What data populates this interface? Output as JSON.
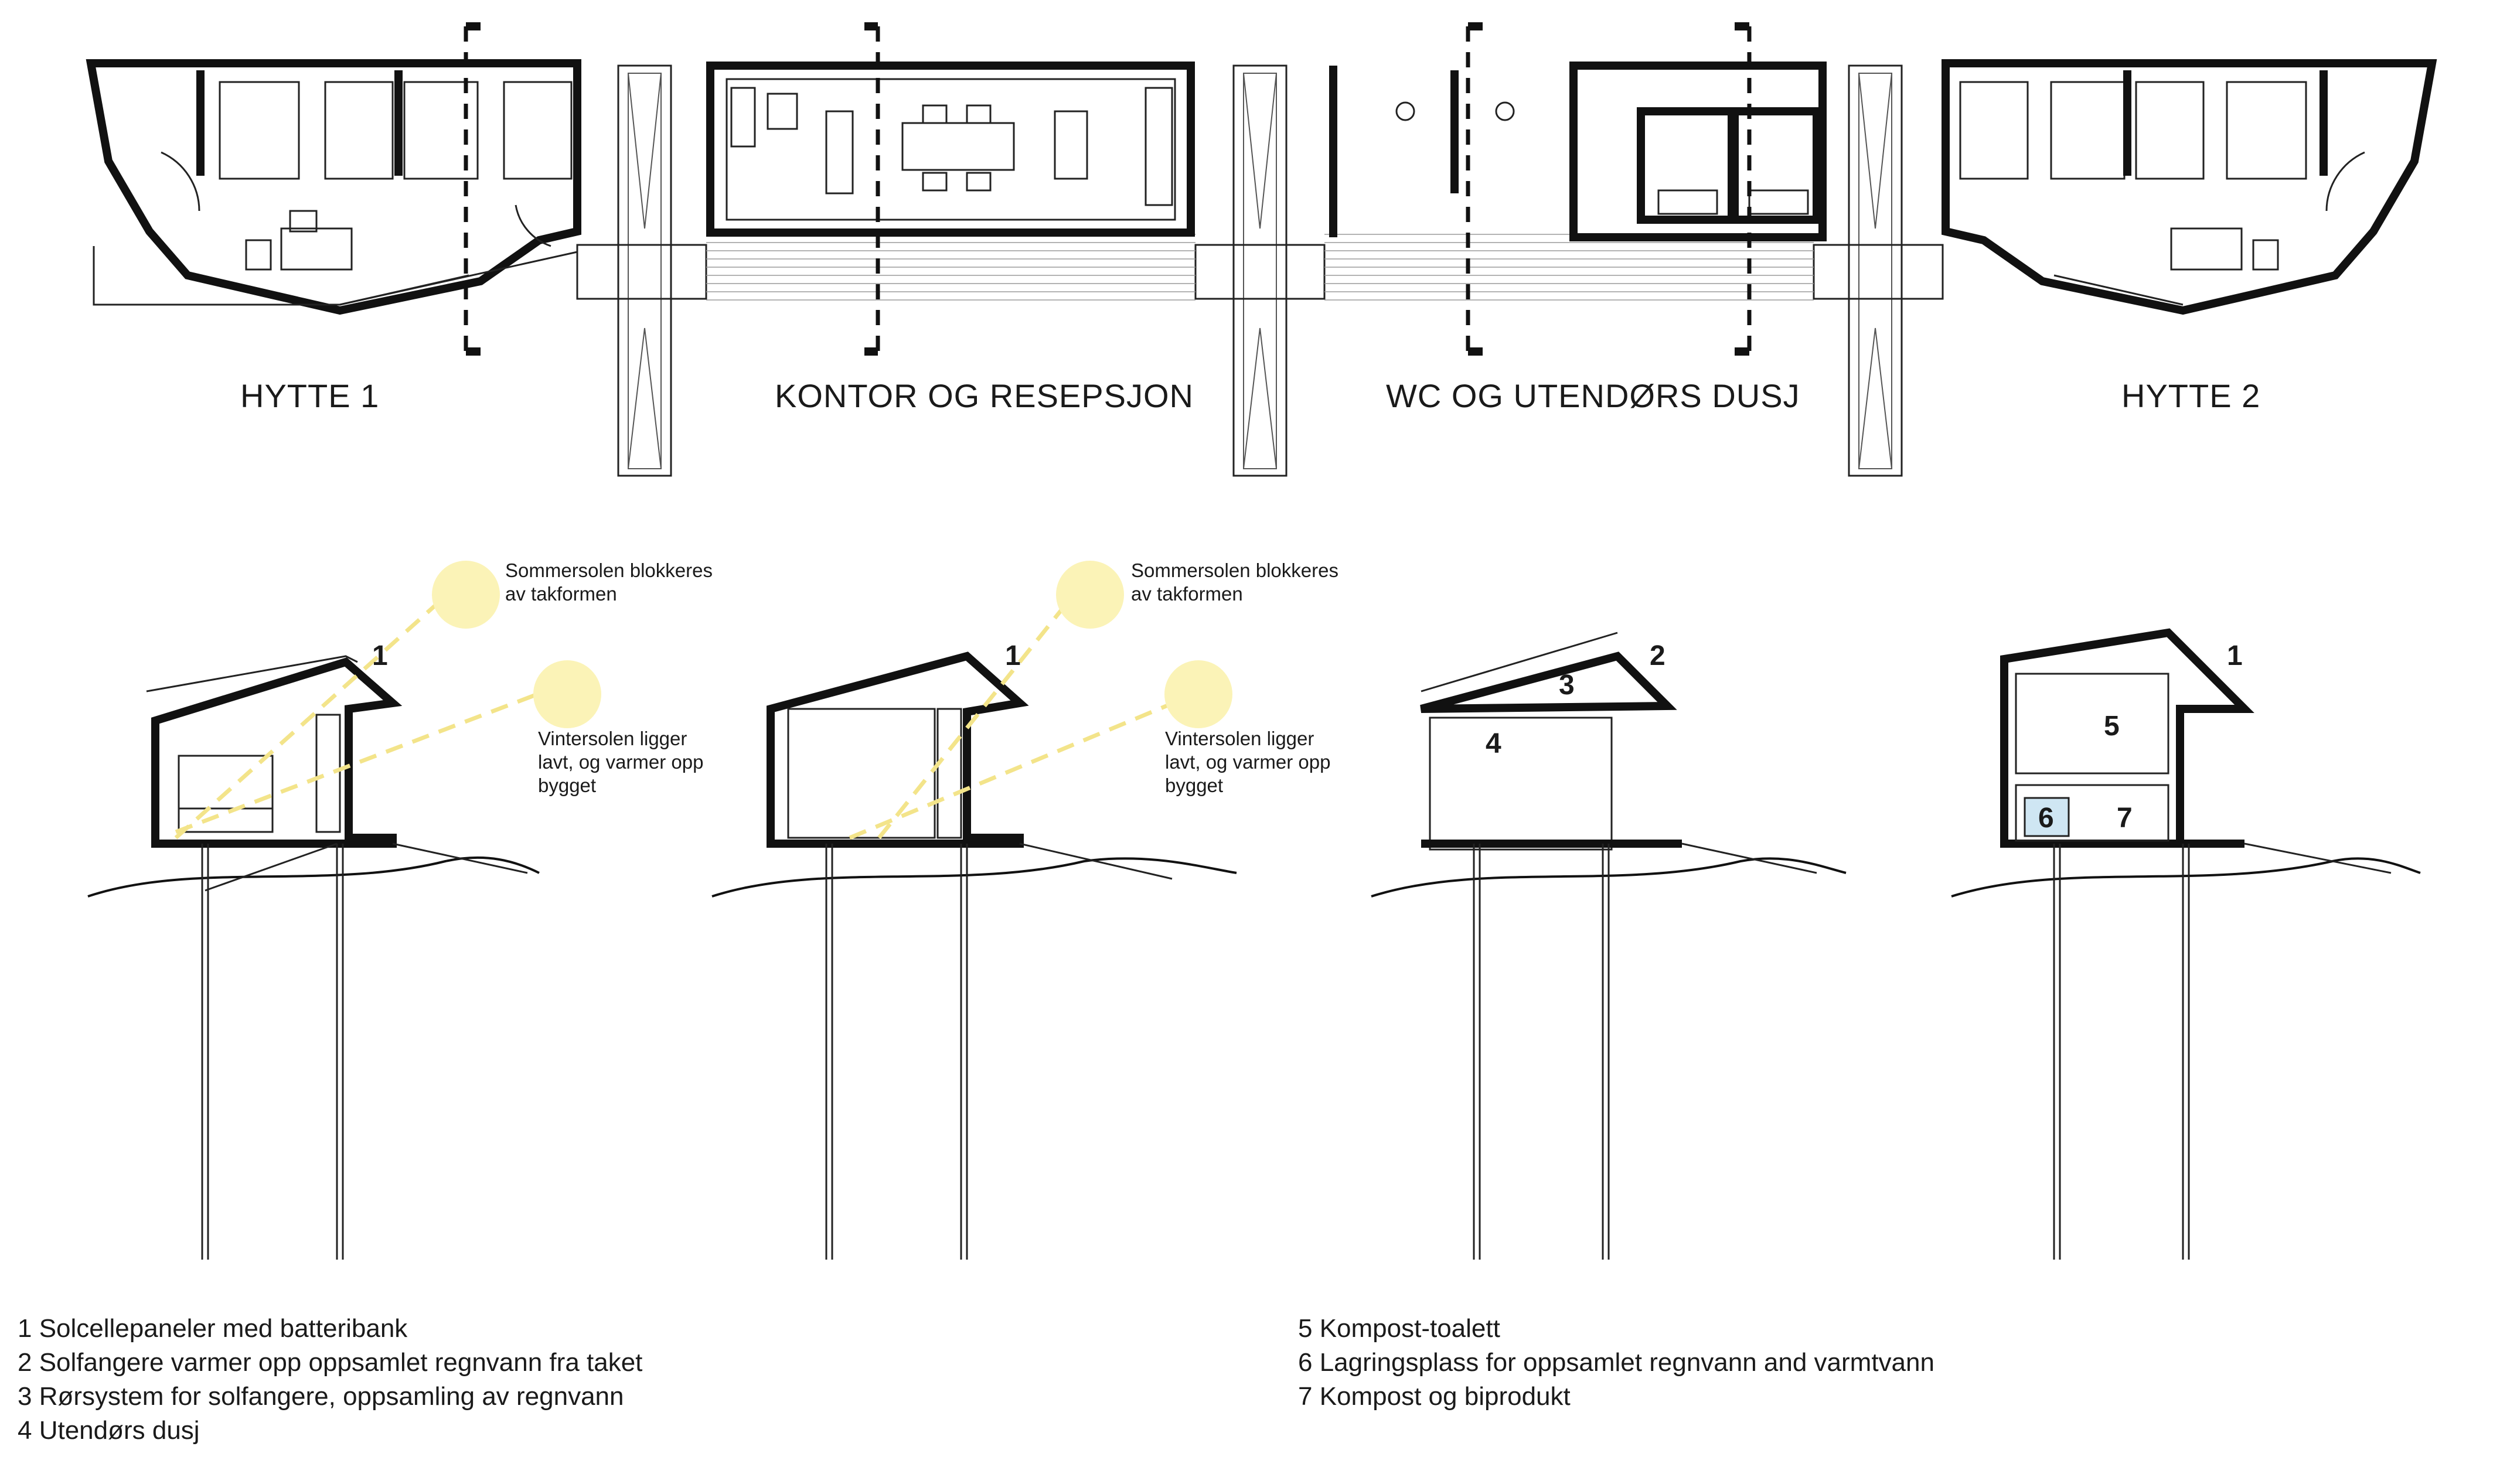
{
  "plan_labels": {
    "hytte1": "HYTTE 1",
    "kontor": "KONTOR OG RESEPSJON",
    "wc": "WC OG UTENDØRS DUSJ",
    "hytte2": "HYTTE 2"
  },
  "annotations": {
    "summer_a_line1": "Sommersolen blokkeres",
    "summer_a_line2": "av takformen",
    "winter_a_line1": "Vintersolen ligger",
    "winter_a_line2": "lavt, og varmer opp",
    "winter_a_line3": "bygget",
    "summer_b_line1": "Sommersolen blokkeres",
    "summer_b_line2": "av takformen",
    "winter_b_line1": "Vintersolen ligger",
    "winter_b_line2": "lavt, og varmer opp",
    "winter_b_line3": "bygget"
  },
  "section_numbers": {
    "s1_n1": "1",
    "s2_n1": "1",
    "s3_n2": "2",
    "s3_n3": "3",
    "s3_n4": "4",
    "s4_n1": "1",
    "s4_n5": "5",
    "s4_n6": "6",
    "s4_n7": "7"
  },
  "legend": {
    "left": [
      "1 Solcellepaneler med batteribank",
      "2 Solfangere varmer opp oppsamlet regnvann fra taket",
      "3 Rørsystem for solfangere, oppsamling av regnvann",
      "4 Utendørs dusj"
    ],
    "right": [
      "5 Kompost-toalett",
      "6 Lagringsplass for oppsamlet regnvann and varmtvann",
      "7 Kompost og biprodukt"
    ]
  },
  "colors": {
    "line": "#111111",
    "sun": "#fbf3b7",
    "sun_ray": "#f3e48a",
    "storage_tank": "#cfe6f3"
  }
}
